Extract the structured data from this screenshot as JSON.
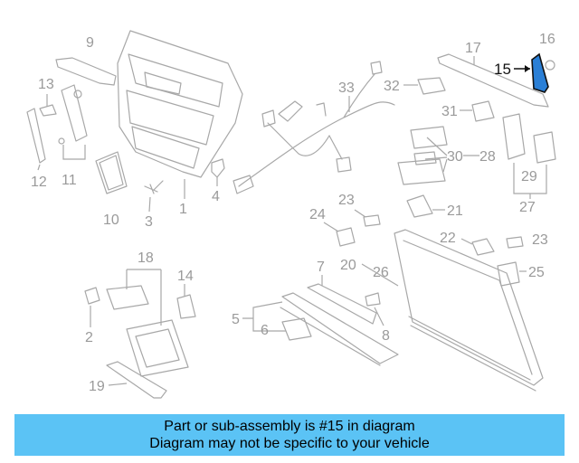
{
  "callouts": {
    "c1": "1",
    "c2": "2",
    "c3": "3",
    "c4": "4",
    "c5": "5",
    "c6": "6",
    "c7": "7",
    "c8": "8",
    "c9": "9",
    "c10": "10",
    "c11": "11",
    "c12": "12",
    "c13": "13",
    "c14": "14",
    "c15": "15",
    "c16": "16",
    "c17": "17",
    "c18": "18",
    "c19": "19",
    "c20": "20",
    "c21": "21",
    "c22": "22",
    "c23a": "23",
    "c23b": "23",
    "c24": "24",
    "c25": "25",
    "c26": "26",
    "c27": "27",
    "c28": "28",
    "c29": "29",
    "c30": "30",
    "c31": "31",
    "c32": "32",
    "c33": "33"
  },
  "highlight": {
    "part_number": "15",
    "color": "#2a7fd6"
  },
  "banner": {
    "line1": "Part or sub-assembly is #15 in diagram",
    "line2": "Diagram may not be specific to your vehicle",
    "background": "#5bc3f5"
  }
}
